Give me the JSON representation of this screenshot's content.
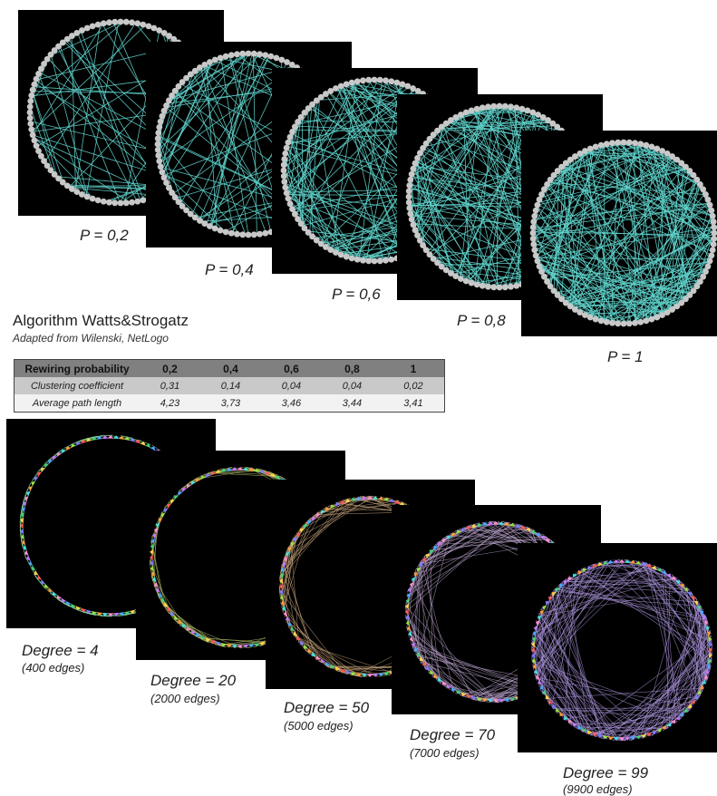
{
  "rewiring_panels": [
    {
      "caption": "P = 0,2",
      "p": 0.2
    },
    {
      "caption": "P = 0,4",
      "p": 0.4
    },
    {
      "caption": "P = 0,6",
      "p": 0.6
    },
    {
      "caption": "P = 0,8",
      "p": 0.8
    },
    {
      "caption": "P = 1",
      "p": 1
    }
  ],
  "algorithm": {
    "title": "Algorithm Watts&Strogatz",
    "subtitle": "Adapted from Wilenski, NetLogo"
  },
  "table": {
    "header": [
      "Rewiring probability",
      "0,2",
      "0,4",
      "0,6",
      "0,8",
      "1"
    ],
    "rows": [
      [
        "Clustering coefficient",
        "0,31",
        "0,14",
        "0,04",
        "0,04",
        "0,02"
      ],
      [
        "Average path length",
        "4,23",
        "3,73",
        "3,46",
        "3,44",
        "3,41"
      ]
    ]
  },
  "degree_panels": [
    {
      "caption": "Degree = 4",
      "edges": "(400 edges)",
      "degree": 4
    },
    {
      "caption": "Degree = 20",
      "edges": "(2000 edges)",
      "degree": 20
    },
    {
      "caption": "Degree = 50",
      "edges": "(5000 edges)",
      "degree": 50
    },
    {
      "caption": "Degree = 70",
      "edges": "(7000 edges)",
      "degree": 70
    },
    {
      "caption": "Degree = 99",
      "edges": "(9900 edges)",
      "degree": 99
    }
  ],
  "colors": {
    "panel_bg": "#000000",
    "edge_color": "#5fd3cc",
    "node_color": "#c8c8c8",
    "node_palette": [
      "#ff5a5a",
      "#ffd54a",
      "#4ad27a",
      "#4aa8ff",
      "#c77bff",
      "#ff8fd0",
      "#49e0e0",
      "#ff9e3d",
      "#9be34a",
      "#7f7fff"
    ]
  }
}
